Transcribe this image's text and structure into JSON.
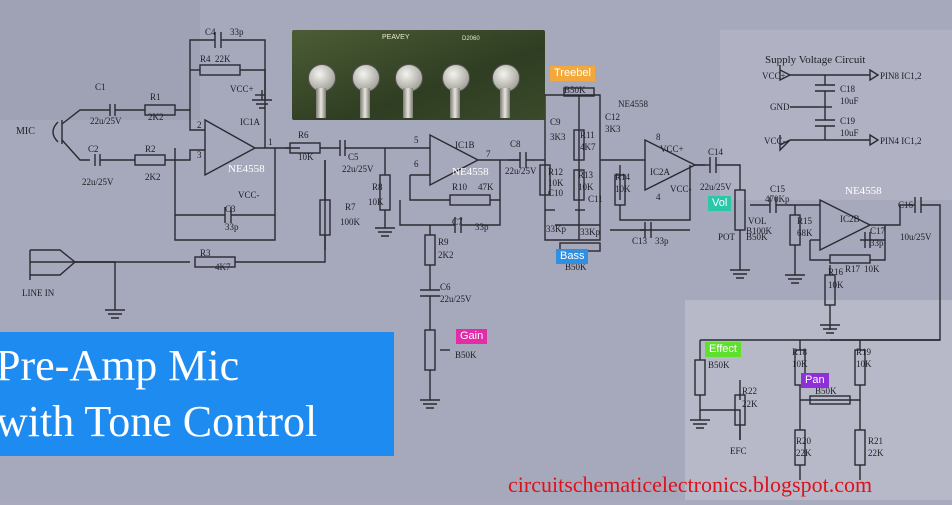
{
  "title": {
    "line1": "Pre-Amp Mic",
    "line2": "with Tone Control"
  },
  "footer_url": "circuitschematicelectronics.blogspot.com",
  "tags": {
    "treble": "Treebel",
    "bass": "Bass",
    "vol": "Vol",
    "gain": "Gain",
    "effect": "Effect",
    "pan": "Pan"
  },
  "ic_labels": {
    "ic1": "NE4558",
    "ic2": "NE4558",
    "ic3": "NE4558"
  },
  "supply": {
    "title": "Supply Voltage Circuit",
    "vcc_plus": "VCC+",
    "gnd": "GND",
    "vcc_minus": "VCC-",
    "pin8": "PIN8 IC1,2",
    "pin4": "PIN4 IC1,2",
    "c18": "C18",
    "c18v": "10uF",
    "c19": "C19",
    "c19v": "10uF"
  },
  "components": {
    "mic": "MIC",
    "line_in": "LINE IN",
    "c1": "C1",
    "c1v": "22u/25V",
    "c2": "C2",
    "c2v": "22u/25V",
    "r1": "R1",
    "r1v": "2K2",
    "r2": "R2",
    "r2v": "2K2",
    "c4": "C4",
    "c4v": "33p",
    "r4": "R4",
    "r4v": "22K",
    "ic1a": "IC1A",
    "vcc1": "VCC+",
    "vccm1": "VCC-",
    "c3": "C3",
    "c3v": "33p",
    "r3": "R3",
    "r3v": "4K7",
    "r6": "R6",
    "r6v": "10K",
    "c5": "C5",
    "c5v": "22u/25V",
    "r7": "R7",
    "r7v": "100K",
    "r8": "R8",
    "r8v": "10K",
    "ic1b": "IC1B",
    "r10": "R10",
    "r10v": "47K",
    "c7": "C7",
    "c7v": "33p",
    "r9": "R9",
    "r9v": "2K2",
    "c6": "C6",
    "c6v": "22u/25V",
    "gain_pot": "B50K",
    "c8": "C8",
    "c8v": "22u/25V",
    "c9": "C9",
    "c9v": "3K3",
    "treble_pot": "B50K",
    "r11": "R11",
    "r11v": "4K7",
    "c12": "C12",
    "c12v": "3K3",
    "r12": "R12",
    "r12v": "10K",
    "r13": "R13",
    "r13v": "10K",
    "c10": "C10",
    "c10v": "33Kp",
    "c11": "C11",
    "c11v": "33Kp",
    "bass_pot": "B50K",
    "ic2_part": "NE4558",
    "r14": "R14",
    "r14v": "10K",
    "ic2a": "IC2A",
    "vcc2": "VCC+",
    "vccm2": "VCC-",
    "c13": "C13",
    "c13v": "33p",
    "c14": "C14",
    "c14v": "22u/25V",
    "c15": "C15",
    "c15v": "470Kp",
    "vol": "VOL",
    "vol_v": "B100K",
    "pot": "POT",
    "pot_v": "B50K",
    "r15": "R15",
    "r15v": "68K",
    "ic2b": "IC2B",
    "c16": "C16",
    "c16v": "10u/25V",
    "c17": "C17",
    "c17v": "33p",
    "r16": "R16",
    "r16v": "10K",
    "r17": "R17",
    "r17v": "10K",
    "effect_pot": "B50K",
    "r22": "R22",
    "r22v": "22K",
    "efc": "EFC",
    "r18": "R18",
    "r18v": "10K",
    "r19": "R19",
    "r19v": "10K",
    "pan_pot": "B50K",
    "r20": "R20",
    "r20v": "22K",
    "r21": "R21",
    "r21v": "22K",
    "pin2": "2",
    "pin3": "3",
    "pin1": "1",
    "pin5": "5",
    "pin6": "6",
    "pin7": "7",
    "pin4": "4",
    "pin8": "8"
  },
  "pcb": {
    "label": "PEAVEY",
    "label2": "D2060"
  }
}
